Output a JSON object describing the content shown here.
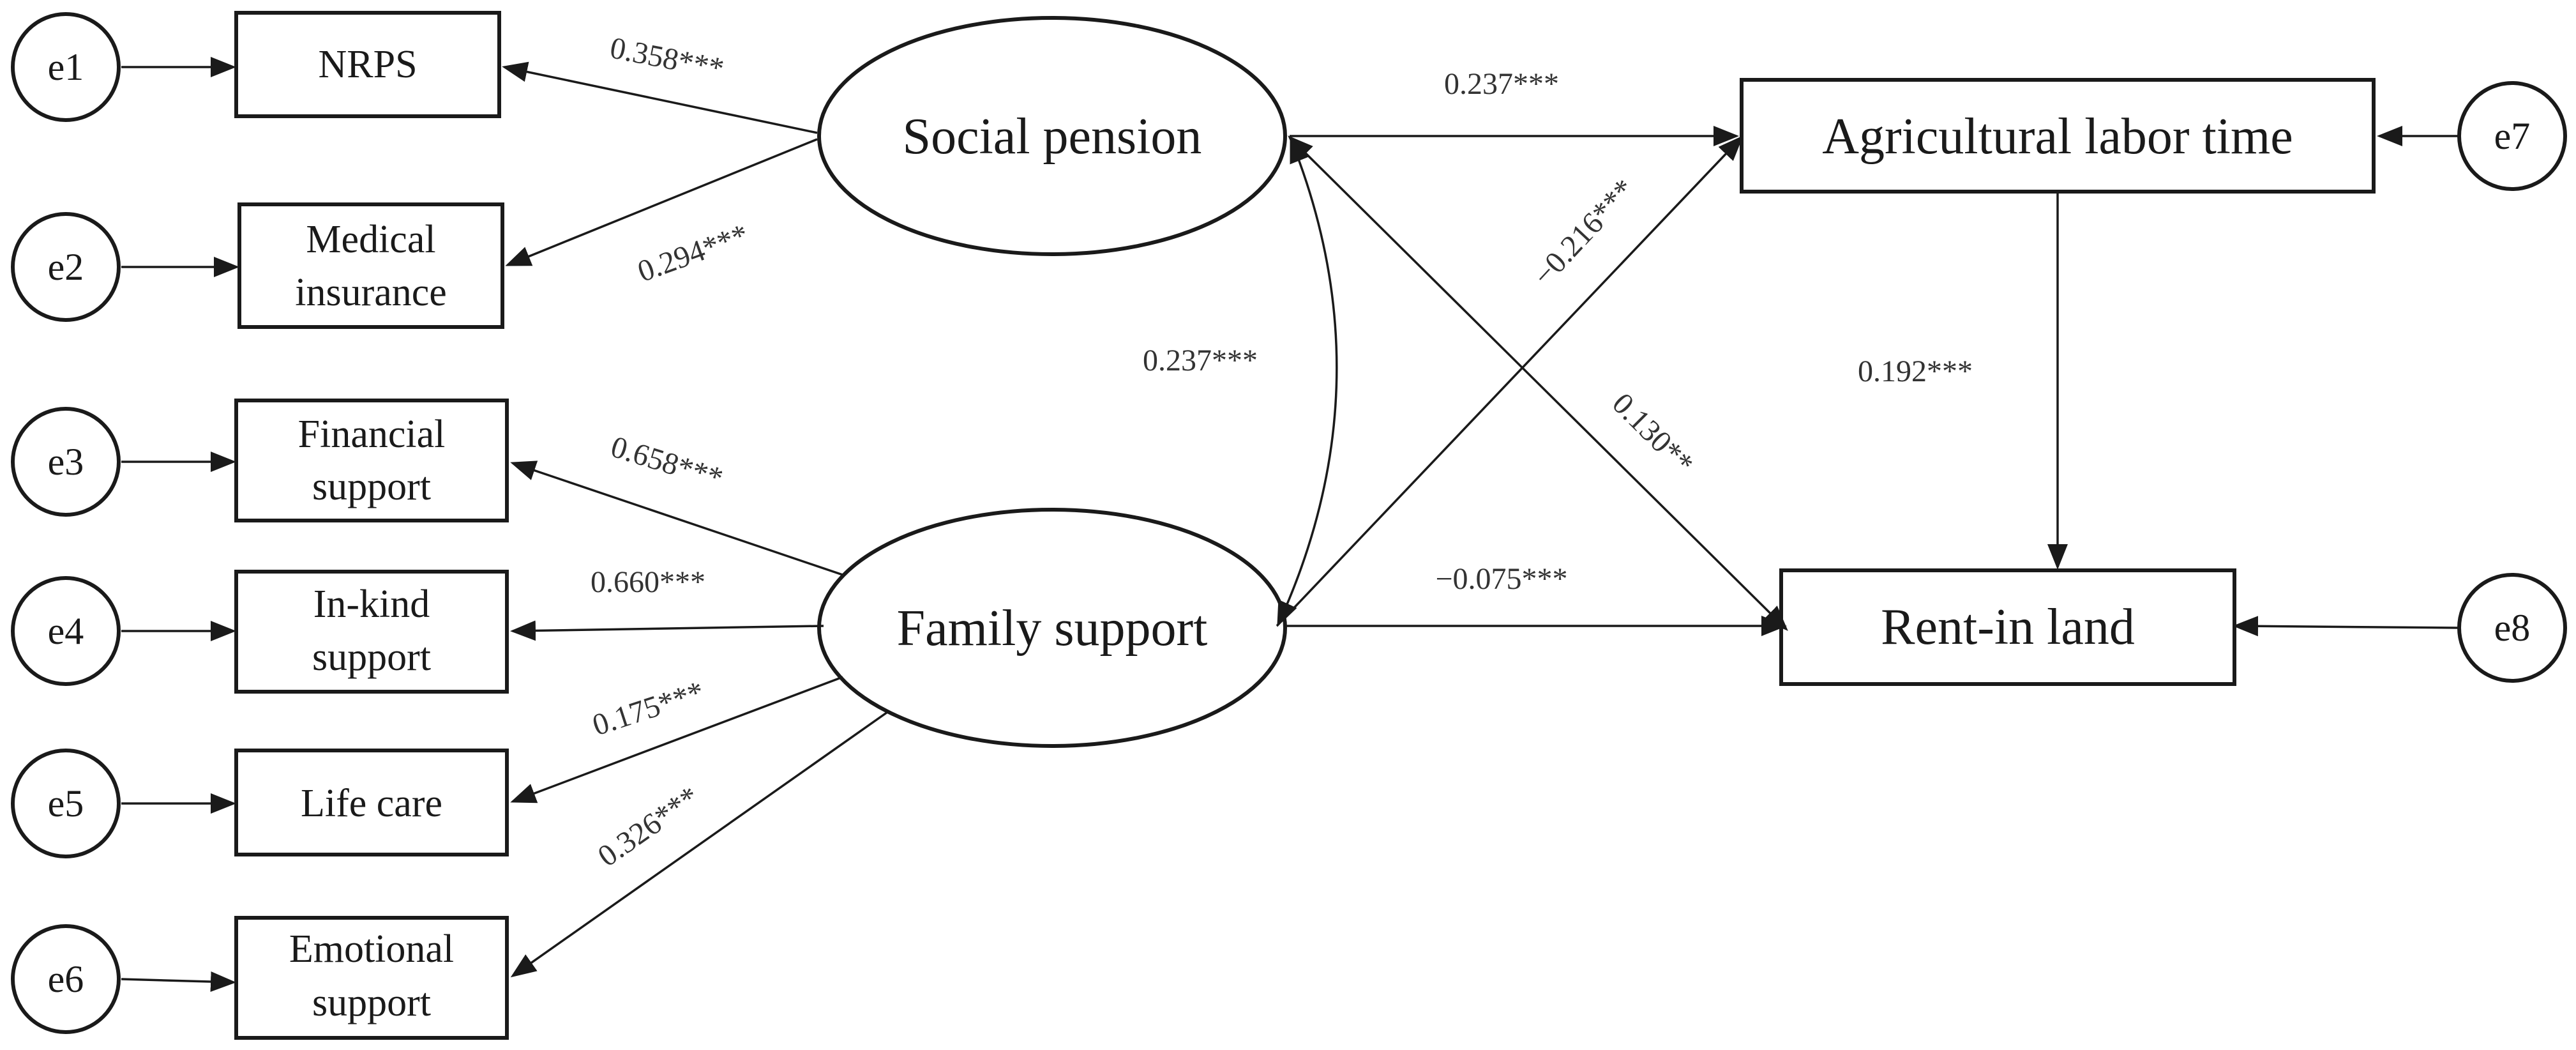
{
  "latent": {
    "social_pension": "Social pension",
    "family_support": "Family support"
  },
  "indicators": {
    "nrps": [
      "NRPS"
    ],
    "medical": [
      "Medical",
      "insurance"
    ],
    "financial": [
      "Financial",
      "support"
    ],
    "inkind": [
      "In-kind",
      "support"
    ],
    "lifecare": [
      "Life care"
    ],
    "emotional": [
      "Emotional",
      "support"
    ]
  },
  "outcomes": {
    "labor": "Agricultural labor time",
    "rent": "Rent-in land"
  },
  "errors": {
    "e1": "e1",
    "e2": "e2",
    "e3": "e3",
    "e4": "e4",
    "e5": "e5",
    "e6": "e6",
    "e7": "e7",
    "e8": "e8"
  },
  "coefficients": {
    "sp_nrps": "0.358***",
    "sp_medical": "0.294***",
    "fs_financial": "0.658***",
    "fs_inkind": "0.660***",
    "fs_lifecare": "0.175***",
    "fs_emotional": "0.326***",
    "sp_labor": "0.237***",
    "sp_fs_cov": "0.237***",
    "fs_labor": "−0.216***",
    "sp_rent": "0.130**",
    "labor_rent": "0.192***",
    "fs_rent": "−0.075***"
  }
}
